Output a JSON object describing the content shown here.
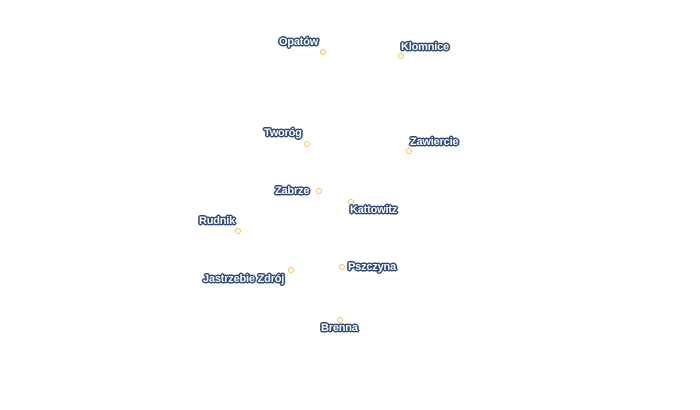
{
  "map": {
    "marker_color": "#f0c25a",
    "label_text_color": "#ffffff",
    "label_halo_color": "#2f4a7a",
    "places": {
      "opatow": "Opatów",
      "klomnice": "Klomnice",
      "tworog": "Tworóg",
      "zawiercie": "Zawiercie",
      "zabrze": "Zabrze",
      "kattowitz": "Kattowitz",
      "rudnik": "Rudnik",
      "pszczyna": "Pszczyna",
      "jastrzebie": "Jastrzebie Zdrój",
      "brenna": "Brenna"
    }
  }
}
